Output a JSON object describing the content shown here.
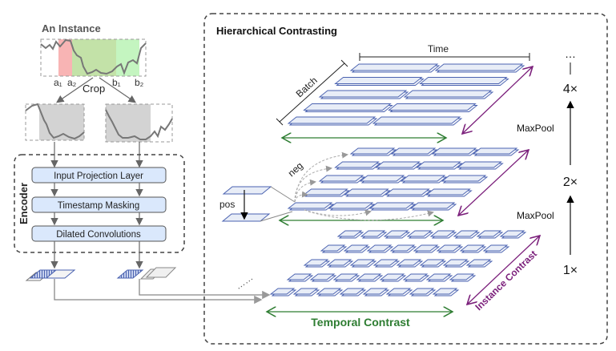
{
  "instance": {
    "title": "An Instance",
    "labels": [
      "a₁",
      "a₂",
      "b₁",
      "b₂"
    ],
    "crop_label": "Crop",
    "colors": {
      "red_region": "#f8b4b4",
      "overlap_region": "#c3e2a8",
      "green_region": "#c4f5c0"
    }
  },
  "encoder": {
    "label": "Encoder",
    "layers": [
      "Input Projection Layer",
      "Timestamp Masking",
      "Dilated Convolutions"
    ],
    "layer_fill": "#dae8fc"
  },
  "hier": {
    "title": "Hierarchical Contrasting",
    "time_label": "Time",
    "batch_label": "Batch",
    "neg_label": "neg",
    "pos_label": "pos",
    "maxpool_labels": [
      "MaxPool",
      "MaxPool"
    ],
    "scales": [
      "1×",
      "2×",
      "4×",
      "…"
    ],
    "temporal_label": "Temporal Contrast",
    "instance_label": "Instance Contrast",
    "colors": {
      "temporal": "#2e7d32",
      "instance": "#7b1f7b",
      "tile_stroke": "#4a62b0",
      "tile_fill": "#e8edf7"
    }
  }
}
